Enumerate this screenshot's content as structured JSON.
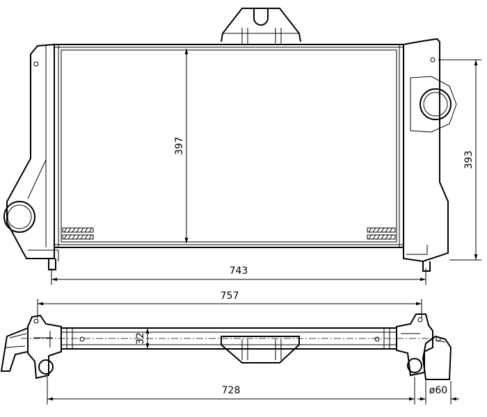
{
  "drawing": {
    "dimensions": {
      "core_height": "397",
      "overall_height": "393",
      "mount_width": "743",
      "overall_width": "757",
      "core_width": "728",
      "core_depth": "32",
      "pipe_diameter": "ø60"
    }
  }
}
